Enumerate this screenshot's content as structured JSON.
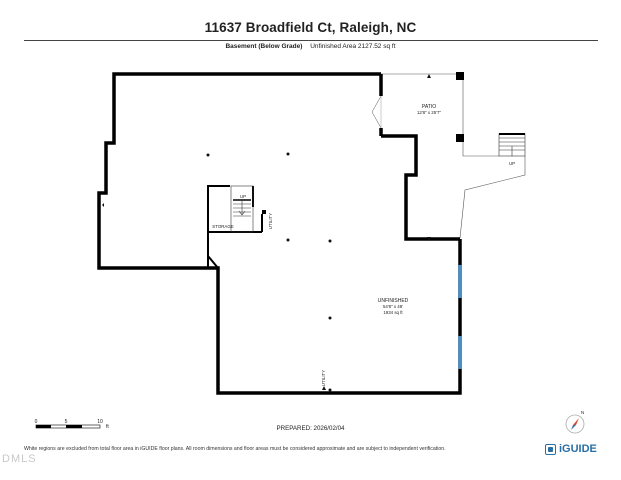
{
  "header": {
    "title": "11637 Broadfield Ct, Raleigh, NC",
    "level": "Basement (Below Grade)",
    "area": "Unfinished Area 2127.52 sq ft"
  },
  "rooms": {
    "patio": {
      "name": "PATIO",
      "dims": "12'8\" x 25'7\""
    },
    "unfinished": {
      "name": "UNFINISHED",
      "dims": "54'8\" x 48'",
      "area": "1934 sq ft"
    },
    "storage": {
      "name": "STORAGE"
    },
    "utility_a": {
      "name": "UTILITY"
    },
    "utility_b": {
      "name": "UTILITY"
    },
    "stairs_interior": {
      "label": "UP"
    },
    "stairs_exterior": {
      "label": "UP"
    }
  },
  "scale_bar": {
    "ticks": [
      "0",
      "5",
      "10"
    ],
    "unit": "ft"
  },
  "compass": {
    "north": "N"
  },
  "footer": {
    "prepared": "PREPARED: 2026/02/04",
    "disclaimer": "White regions are excluded from total floor area in iGUIDE floor plans. All room dimensions and floor areas must be considered approximate and are subject to independent verification.",
    "brand": "iGUIDE",
    "mls": "DMLS"
  },
  "colors": {
    "wall": "#000000",
    "window": "#4a90c8",
    "brand": "#2a6fa3"
  }
}
